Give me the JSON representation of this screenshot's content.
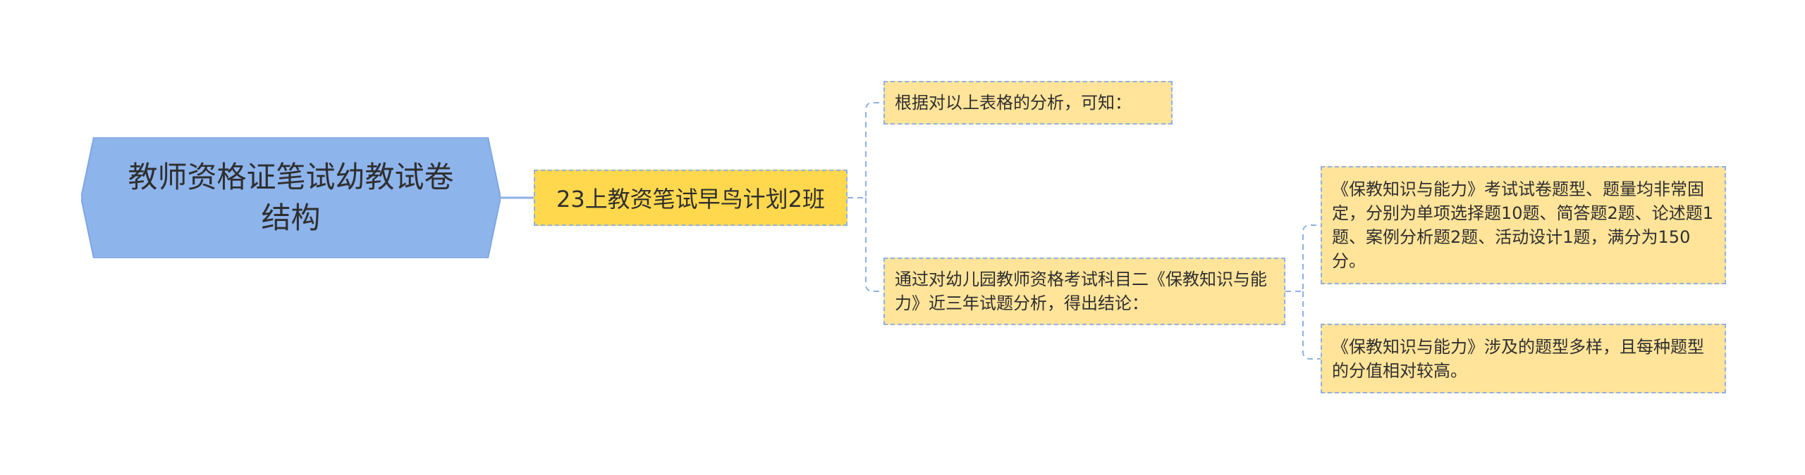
{
  "mindmap": {
    "root": {
      "label": "教师资格证笔试幼教试卷结构"
    },
    "branch": {
      "label": "23上教资笔试早鸟计划2班",
      "children": [
        {
          "label": "根据对以上表格的分析，可知："
        },
        {
          "label": "通过对幼儿园教师资格考试科目二《保教知识与能力》近三年试题分析，得出结论：",
          "children": [
            {
              "label": "《保教知识与能力》考试试卷题型、题量均非常固定，分别为单项选择题10题、简答题2题、论述题1题、案例分析题2题、活动设计1题，满分为150分。"
            },
            {
              "label": "《保教知识与能力》涉及的题型多样，且每种题型的分值相对较高。"
            }
          ]
        }
      ]
    },
    "colors": {
      "root_fill": "#8eb4ec",
      "branch_fill": "#ffd84d",
      "leaf_fill": "#ffe49a",
      "connector": "#8fb0e6"
    }
  }
}
